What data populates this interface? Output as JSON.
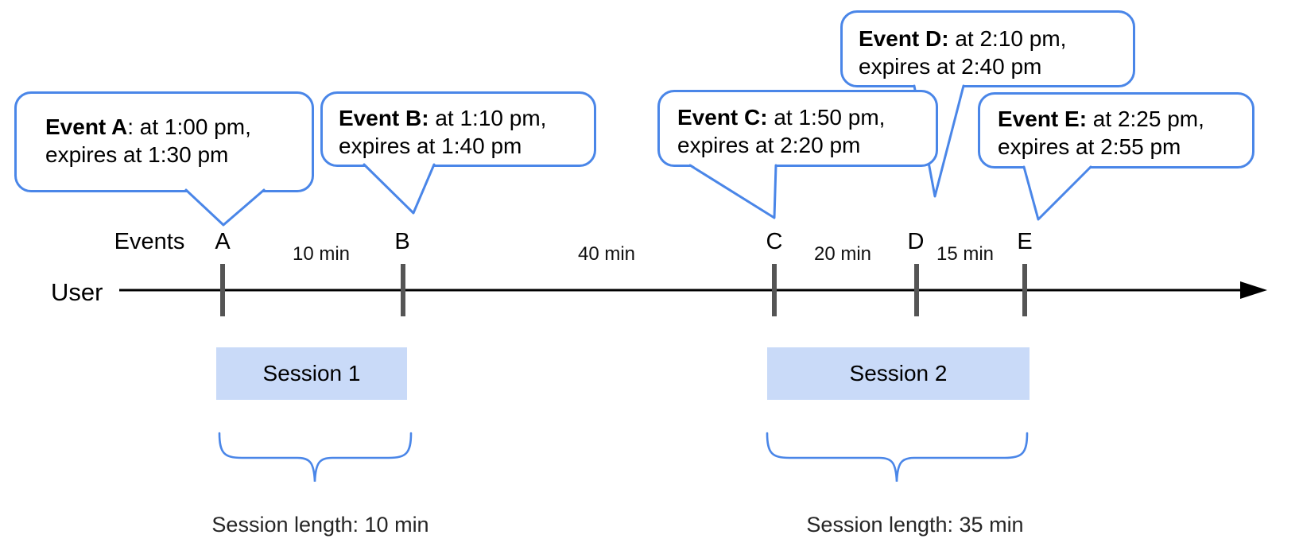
{
  "bubbles": [
    {
      "id": "A",
      "bold": "Event A",
      "rest": ": at 1:00 pm,",
      "line2": "expires at 1:30 pm"
    },
    {
      "id": "B",
      "bold": "Event B:",
      "rest": " at 1:10 pm,",
      "line2": "expires at 1:40 pm"
    },
    {
      "id": "C",
      "bold": "Event C:",
      "rest": " at 1:50 pm,",
      "line2": "expires at 2:20 pm"
    },
    {
      "id": "D",
      "bold": "Event D:",
      "rest": " at 2:10 pm,",
      "line2": "expires at 2:40 pm"
    },
    {
      "id": "E",
      "bold": "Event E:",
      "rest": " at 2:25 pm,",
      "line2": "expires at 2:55 pm"
    }
  ],
  "timeline": {
    "events_label": "Events",
    "user_label": "User",
    "letters": [
      "A",
      "B",
      "C",
      "D",
      "E"
    ],
    "intervals": [
      "10 min",
      "40 min",
      "20 min",
      "15 min"
    ]
  },
  "sessions": [
    {
      "label": "Session 1",
      "length_label": "Session length: 10 min"
    },
    {
      "label": "Session 2",
      "length_label": "Session length: 35 min"
    }
  ],
  "colors": {
    "callout_border": "#4a86e8",
    "session_fill": "#c9daf8",
    "brace": "#4a86e8",
    "tick": "#555555",
    "axis": "#000000"
  }
}
